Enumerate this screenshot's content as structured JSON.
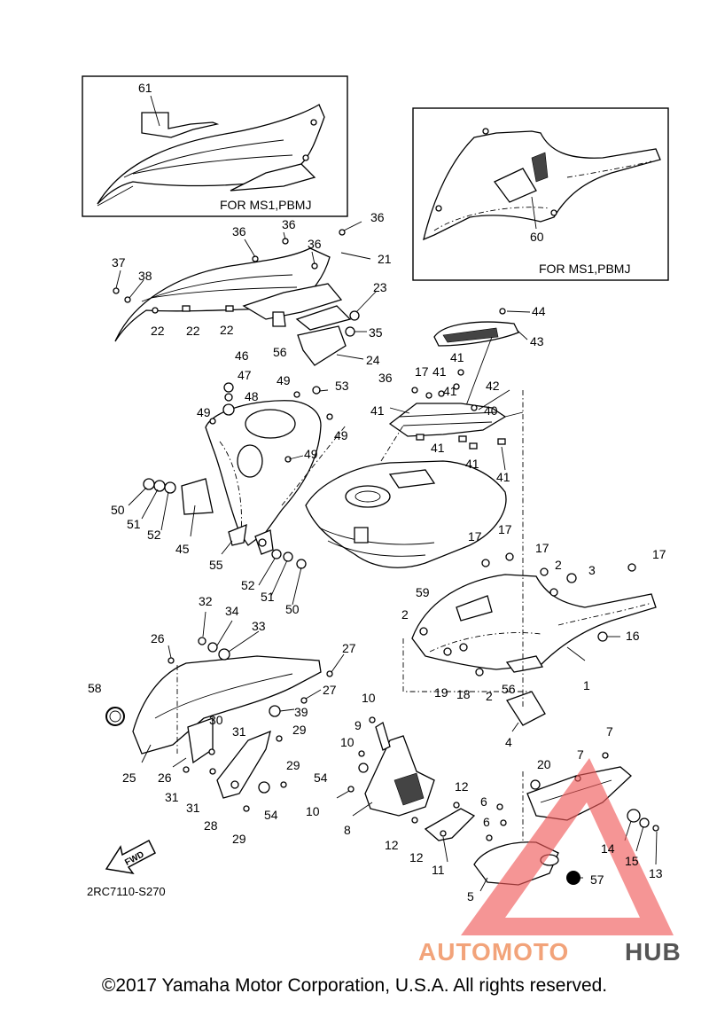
{
  "insets": [
    {
      "number": "61",
      "caption": "FOR MS1,PBMJ"
    },
    {
      "number": "60",
      "caption": "FOR MS1,PBMJ"
    }
  ],
  "labels": {
    "l36a": "36",
    "l36b": "36",
    "l36c": "36",
    "l36d": "36",
    "l36e": "36",
    "l37": "37",
    "l38": "38",
    "l21": "21",
    "l23": "23",
    "l22a": "22",
    "l22b": "22",
    "l22c": "22",
    "l35": "35",
    "l56a": "56",
    "l24": "24",
    "l44": "44",
    "l43": "43",
    "l46": "46",
    "l47": "47",
    "l48": "48",
    "l49a": "49",
    "l49b": "49",
    "l49c": "49",
    "l49d": "49",
    "l53": "53",
    "l17a": "17",
    "l41a": "41",
    "l41b": "41",
    "l41c": "41",
    "l41d": "41",
    "l41e": "41",
    "l41f": "41",
    "l41g": "41",
    "l42": "42",
    "l40": "40",
    "l50a": "50",
    "l51a": "51",
    "l52a": "52",
    "l45": "45",
    "l55": "55",
    "l52b": "52",
    "l51b": "51",
    "l50b": "50",
    "l17b": "17",
    "l17c": "17",
    "l17d": "17",
    "l17e": "17",
    "l2a": "2",
    "l3": "3",
    "l59": "59",
    "l2b": "2",
    "l16": "16",
    "l19": "19",
    "l18": "18",
    "l2c": "2",
    "l56b": "56",
    "l1": "1",
    "l4": "4",
    "l32": "32",
    "l34": "34",
    "l33": "33",
    "l26a": "26",
    "l27a": "27",
    "l27b": "27",
    "l58": "58",
    "l39": "39",
    "l30": "30",
    "l31a": "31",
    "l29a": "29",
    "l29b": "29",
    "l25": "25",
    "l26b": "26",
    "l31b": "31",
    "l31c": "31",
    "l28": "28",
    "l29c": "29",
    "l54a": "54",
    "l10a": "10",
    "l9": "9",
    "l10b": "10",
    "l54b": "54",
    "l10c": "10",
    "l8": "8",
    "l20": "20",
    "l7a": "7",
    "l7b": "7",
    "l12a": "12",
    "l6a": "6",
    "l6b": "6",
    "l12b": "12",
    "l12c": "12",
    "l11": "11",
    "l5": "5",
    "l14": "14",
    "l15": "15",
    "l13": "13",
    "l57": "57"
  },
  "fwd_label": "FWD",
  "diagram_code": "2RC7110-S270",
  "watermark": {
    "part1": "AUTOMOTO",
    "part2": "HUB",
    "color1": "#f2a37a",
    "color2": "#555555",
    "triangle_color": "#f05a5a"
  },
  "copyright": "©2017 Yamaha Motor Corporation, U.S.A. All rights reserved."
}
